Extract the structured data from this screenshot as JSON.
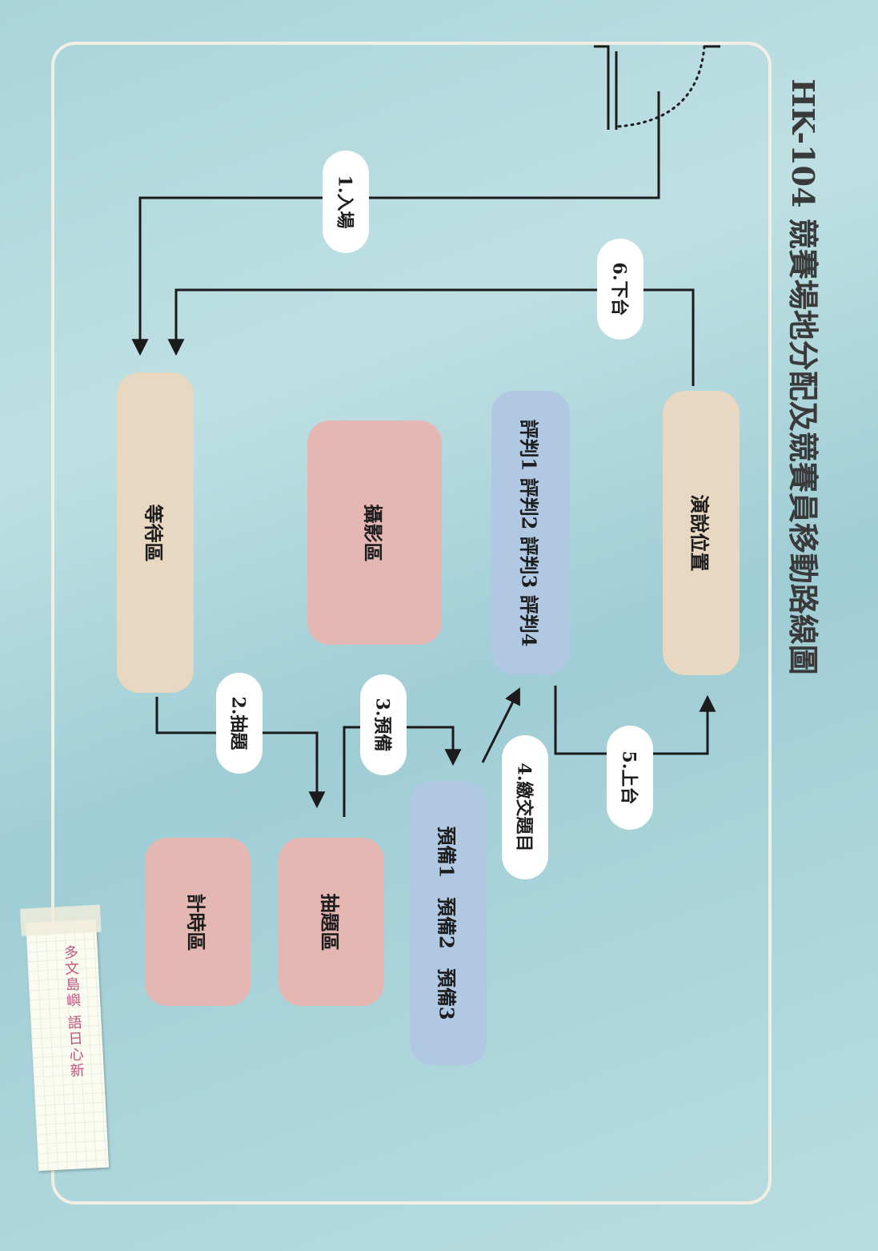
{
  "title": "HK-104 競賽場地分配及競賽員移動路線圖",
  "areas": {
    "waiting": "等待區",
    "photo": "攝影區",
    "judges": "評判1 評判2 評判3 評判4",
    "presentation": "演說位置",
    "timer": "計時區",
    "draw": "抽題區",
    "prep": "預備1　預備2　預備3"
  },
  "steps": {
    "enter": "1.入場",
    "draw": "2.抽題",
    "prepare": "3.預備",
    "submit": "4.繳交題目",
    "stage_up": "5.上台",
    "stage_down": "6.下台"
  },
  "logo_text": "多文島嶼 語日心新",
  "colors": {
    "waiting_fill": "#e8d7c1",
    "photo_fill": "#e4b7b3",
    "judges_fill": "#b1c8e2",
    "presentation_fill": "#e8d7c1",
    "timer_fill": "#e4b7b3",
    "draw_fill": "#e4b7b3",
    "prep_fill": "#b1c8e2",
    "line": "#1b1b1b"
  }
}
